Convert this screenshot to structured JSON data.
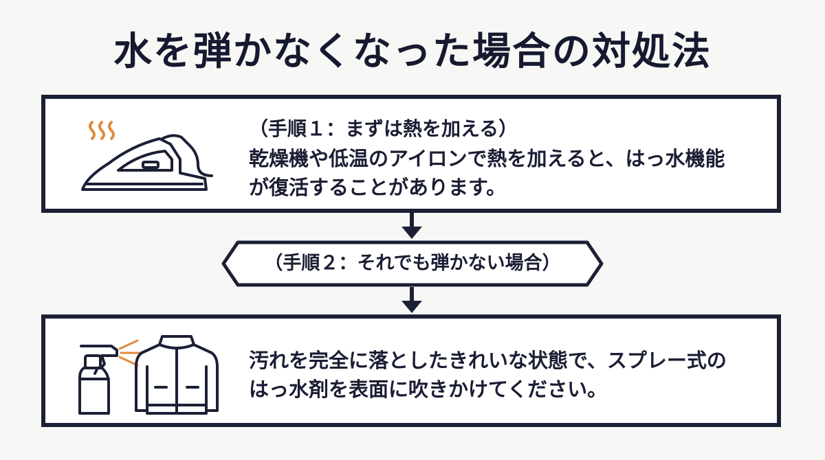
{
  "title": "水を弾かなくなった場合の対処法",
  "step1": {
    "heading": "（手順１：まずは熱を加える）",
    "body_line1": "乾燥機や低温のアイロンで熱を加えると、はっ水機能",
    "body_line2": "が復活することがあります。",
    "icon": "iron-icon"
  },
  "step2": {
    "heading": "（手順２：それでも弾かない場合）"
  },
  "step3": {
    "body_line1": "汚れを完全に落としたきれいな状態で、スプレー式の",
    "body_line2": "はっ水剤を表面に吹きかけてください。",
    "icons": [
      "spray-bottle-icon",
      "jacket-icon"
    ]
  },
  "colors": {
    "background": "#f7f7f5",
    "border": "#1c2036",
    "text": "#1a1d33",
    "heat_accent": "#e08a3c"
  }
}
